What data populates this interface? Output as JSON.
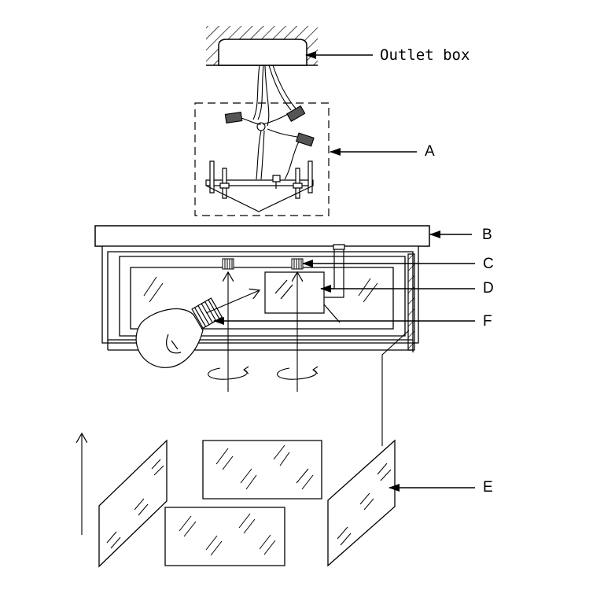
{
  "labels": {
    "outlet_box": "Outlet box",
    "a": "A",
    "b": "B",
    "c": "C",
    "d": "D",
    "f": "F",
    "e": "E"
  }
}
